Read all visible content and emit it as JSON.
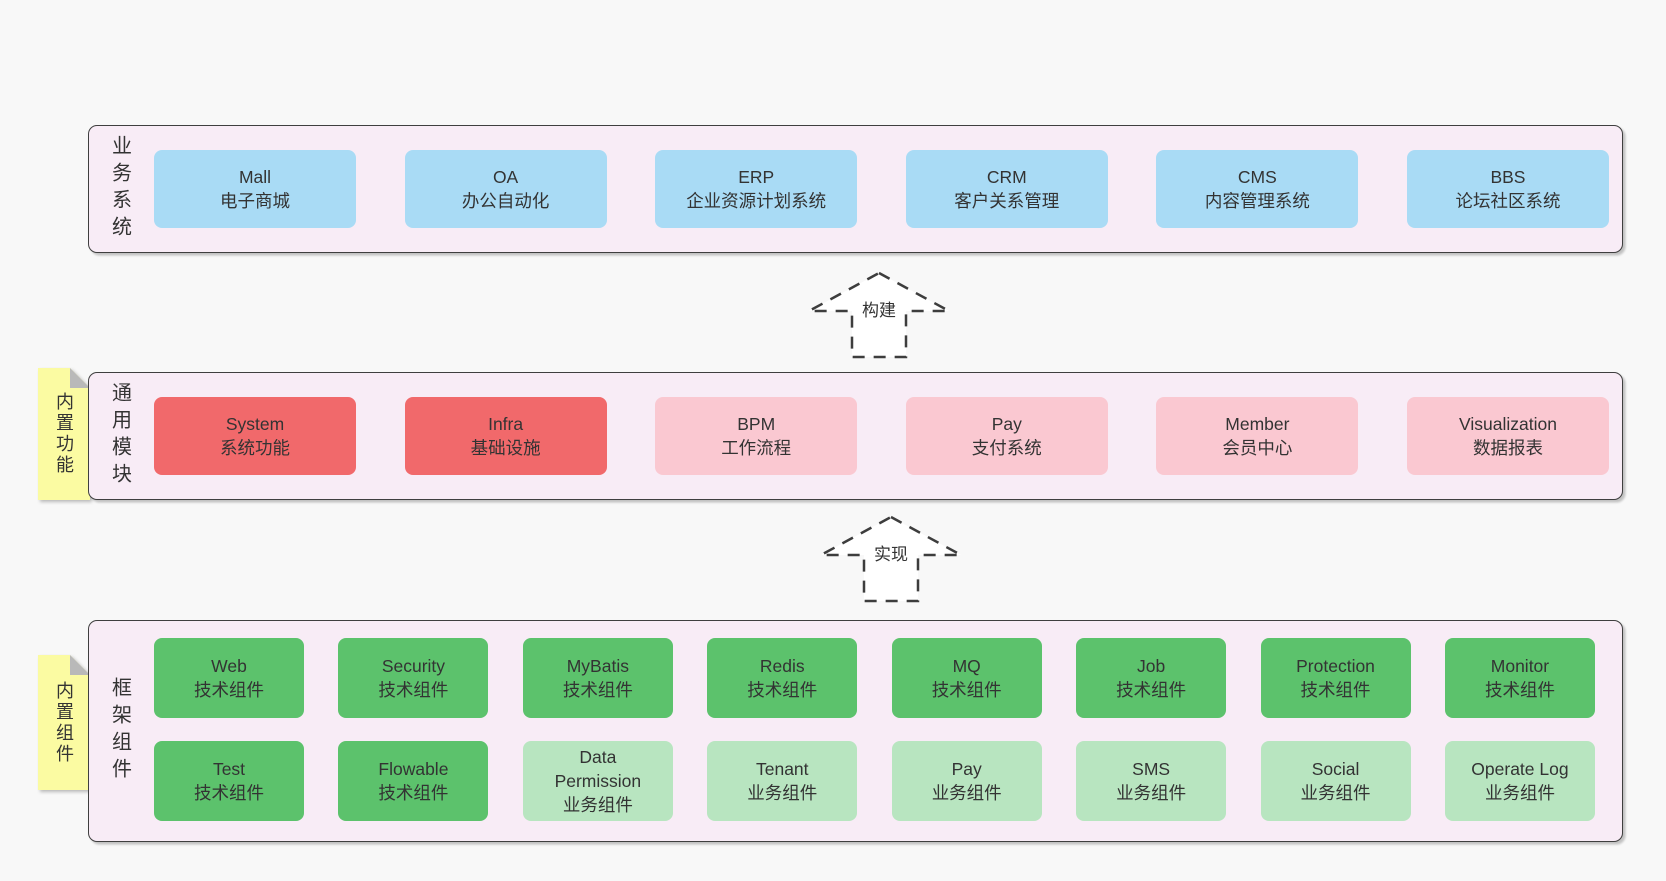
{
  "colors": {
    "page_bg": "#f8f8f8",
    "band_bg": "#f8ecf6",
    "band_border": "#3f3f3f",
    "box_blue": "#a9dbf5",
    "box_red": "#f1696b",
    "box_pink": "#fac8d1",
    "box_green": "#5cc26c",
    "box_light_green": "#b8e5c0",
    "note_yellow": "#fbfba2",
    "note_fold_gray": "#b9b9b9",
    "arrow_fill": "#ffffff",
    "text": "#363636"
  },
  "bands": [
    {
      "label": "业务系统",
      "boxes": [
        {
          "name": "Mall",
          "desc": "电子商城"
        },
        {
          "name": "OA",
          "desc": "办公自动化"
        },
        {
          "name": "ERP",
          "desc": "企业资源计划系统"
        },
        {
          "name": "CRM",
          "desc": "客户关系管理"
        },
        {
          "name": "CMS",
          "desc": "内容管理系统"
        },
        {
          "name": "BBS",
          "desc": "论坛社区系统"
        }
      ]
    },
    {
      "label": "通用模块",
      "note": "内置功能",
      "boxes": [
        {
          "name": "System",
          "desc": "系统功能"
        },
        {
          "name": "Infra",
          "desc": "基础设施"
        },
        {
          "name": "BPM",
          "desc": "工作流程"
        },
        {
          "name": "Pay",
          "desc": "支付系统"
        },
        {
          "name": "Member",
          "desc": "会员中心"
        },
        {
          "name": "Visualization",
          "desc": "数据报表"
        }
      ]
    },
    {
      "label": "框架组件",
      "note": "内置组件",
      "rows": [
        [
          {
            "name": "Web",
            "desc": "技术组件"
          },
          {
            "name": "Security",
            "desc": "技术组件"
          },
          {
            "name": "MyBatis",
            "desc": "技术组件"
          },
          {
            "name": "Redis",
            "desc": "技术组件"
          },
          {
            "name": "MQ",
            "desc": "技术组件"
          },
          {
            "name": "Job",
            "desc": "技术组件"
          },
          {
            "name": "Protection",
            "desc": "技术组件"
          },
          {
            "name": "Monitor",
            "desc": "技术组件"
          }
        ],
        [
          {
            "name": "Test",
            "desc": "技术组件"
          },
          {
            "name": "Flowable",
            "desc": "技术组件"
          },
          {
            "name": "Data Permission",
            "desc": "业务组件"
          },
          {
            "name": "Tenant",
            "desc": "业务组件"
          },
          {
            "name": "Pay",
            "desc": "业务组件"
          },
          {
            "name": "SMS",
            "desc": "业务组件"
          },
          {
            "name": "Social",
            "desc": "业务组件"
          },
          {
            "name": "Operate Log",
            "desc": "业务组件"
          }
        ]
      ]
    }
  ],
  "arrows": [
    {
      "label": "构建"
    },
    {
      "label": "实现"
    }
  ]
}
